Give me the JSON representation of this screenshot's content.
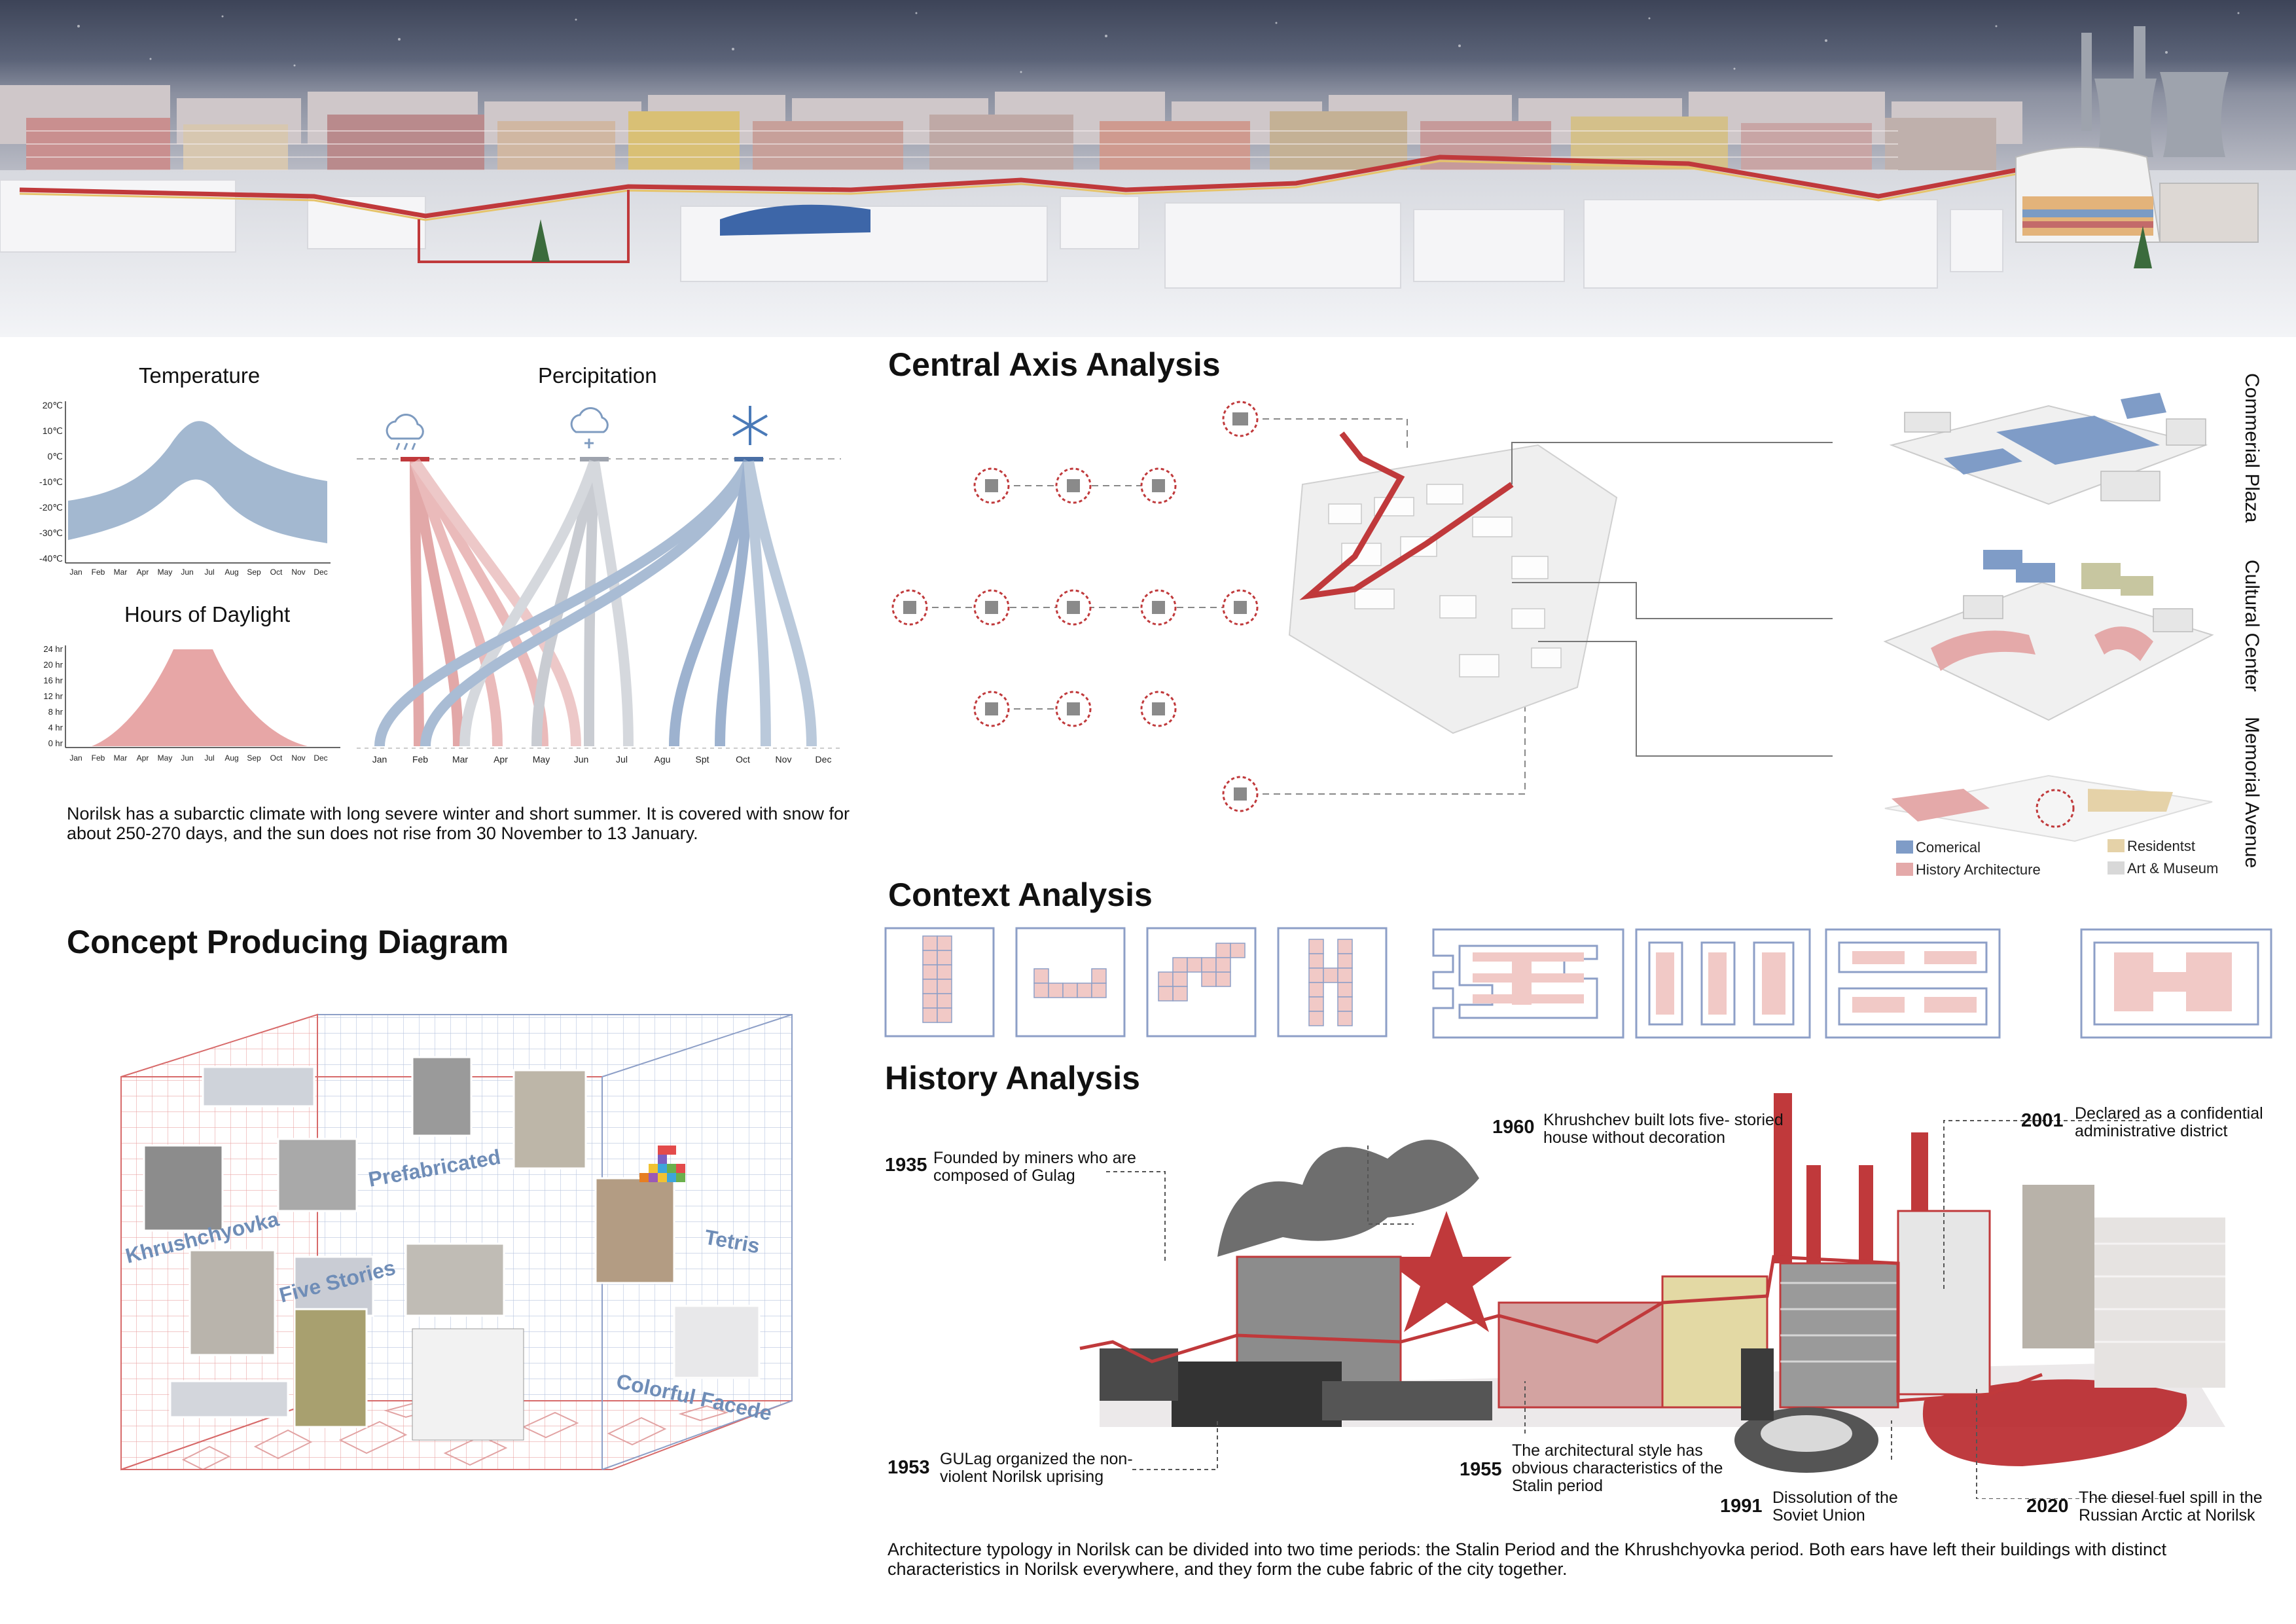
{
  "climate": {
    "temperature_title": "Temperature",
    "precipitation_title": "Percipitation",
    "daylight_title": "Hours of Daylight",
    "temp_ticks": [
      "20℃",
      "10℃",
      "0℃",
      "-10℃",
      "-20℃",
      "-30℃",
      "-40℃"
    ],
    "daylight_ticks": [
      "24 hr",
      "20 hr",
      "16 hr",
      "12 hr",
      "8 hr",
      "4 hr",
      "0 hr"
    ],
    "months": [
      "Jan",
      "Feb",
      "Mar",
      "Apr",
      "May",
      "Jun",
      "Jul",
      "Aug",
      "Sep",
      "Oct",
      "Nov",
      "Dec"
    ],
    "precip_months": [
      "Jan",
      "Feb",
      "Mar",
      "Apr",
      "May",
      "Jun",
      "Jul",
      "Agu",
      "Spt",
      "Oct",
      "Nov",
      "Dec"
    ],
    "precip_icons": [
      "rain-icon",
      "sleet-icon",
      "snowflake-icon"
    ],
    "description": "Norilsk has a subarctic climate with long severe winter and short summer. It is covered with snow for about 250-270 days, and the sun does not rise from 30 November to 13 January.",
    "colors": {
      "blue": "#9fb4cc",
      "red": "#e2a3a3",
      "dark_red": "#c0393b"
    }
  },
  "central_axis": {
    "title": "Central Axis Analysis",
    "side_labels": [
      "Commerial Plaza",
      "Cultural Center",
      "Memorial Avenue"
    ],
    "legend": [
      "Comerical",
      "History Architecture",
      "Residentst",
      "Art & Museum"
    ],
    "legend_colors": [
      "#7f9cc7",
      "#e4a9a9",
      "#e5d2a8",
      "#d8d8d8"
    ]
  },
  "context": {
    "title": "Context Analysis"
  },
  "concept": {
    "title": "Concept Producing Diagram",
    "labels": [
      "Prefabricated",
      "Khrushchyovka",
      "Five Stories",
      "Tetris",
      "Colorful Facede"
    ]
  },
  "history": {
    "title": "History Analysis",
    "events": [
      {
        "year": "1935",
        "text": "Founded by miners who are composed of Gulag"
      },
      {
        "year": "1960",
        "text": "Khrushchev built lots five- storied house without decoration"
      },
      {
        "year": "2001",
        "text": "Declared as a confidential administrative district"
      },
      {
        "year": "1953",
        "text": "GULag organized the non-violent Norilsk uprising"
      },
      {
        "year": "1955",
        "text": "The architectural style has obvious characteristics of the Stalin period"
      },
      {
        "year": "1991",
        "text": "Dissolution of the Soviet Union"
      },
      {
        "year": "2020",
        "text": "The diesel fuel spill in the Russian Arctic at Norilsk"
      }
    ],
    "description": "Architecture typology in Norilsk can be divided into two time periods: the Stalin Period and the Khrushchyovka period. Both ears have left their buildings with distinct characteristics in Norilsk everywhere, and they form the cube fabric of the city together."
  }
}
